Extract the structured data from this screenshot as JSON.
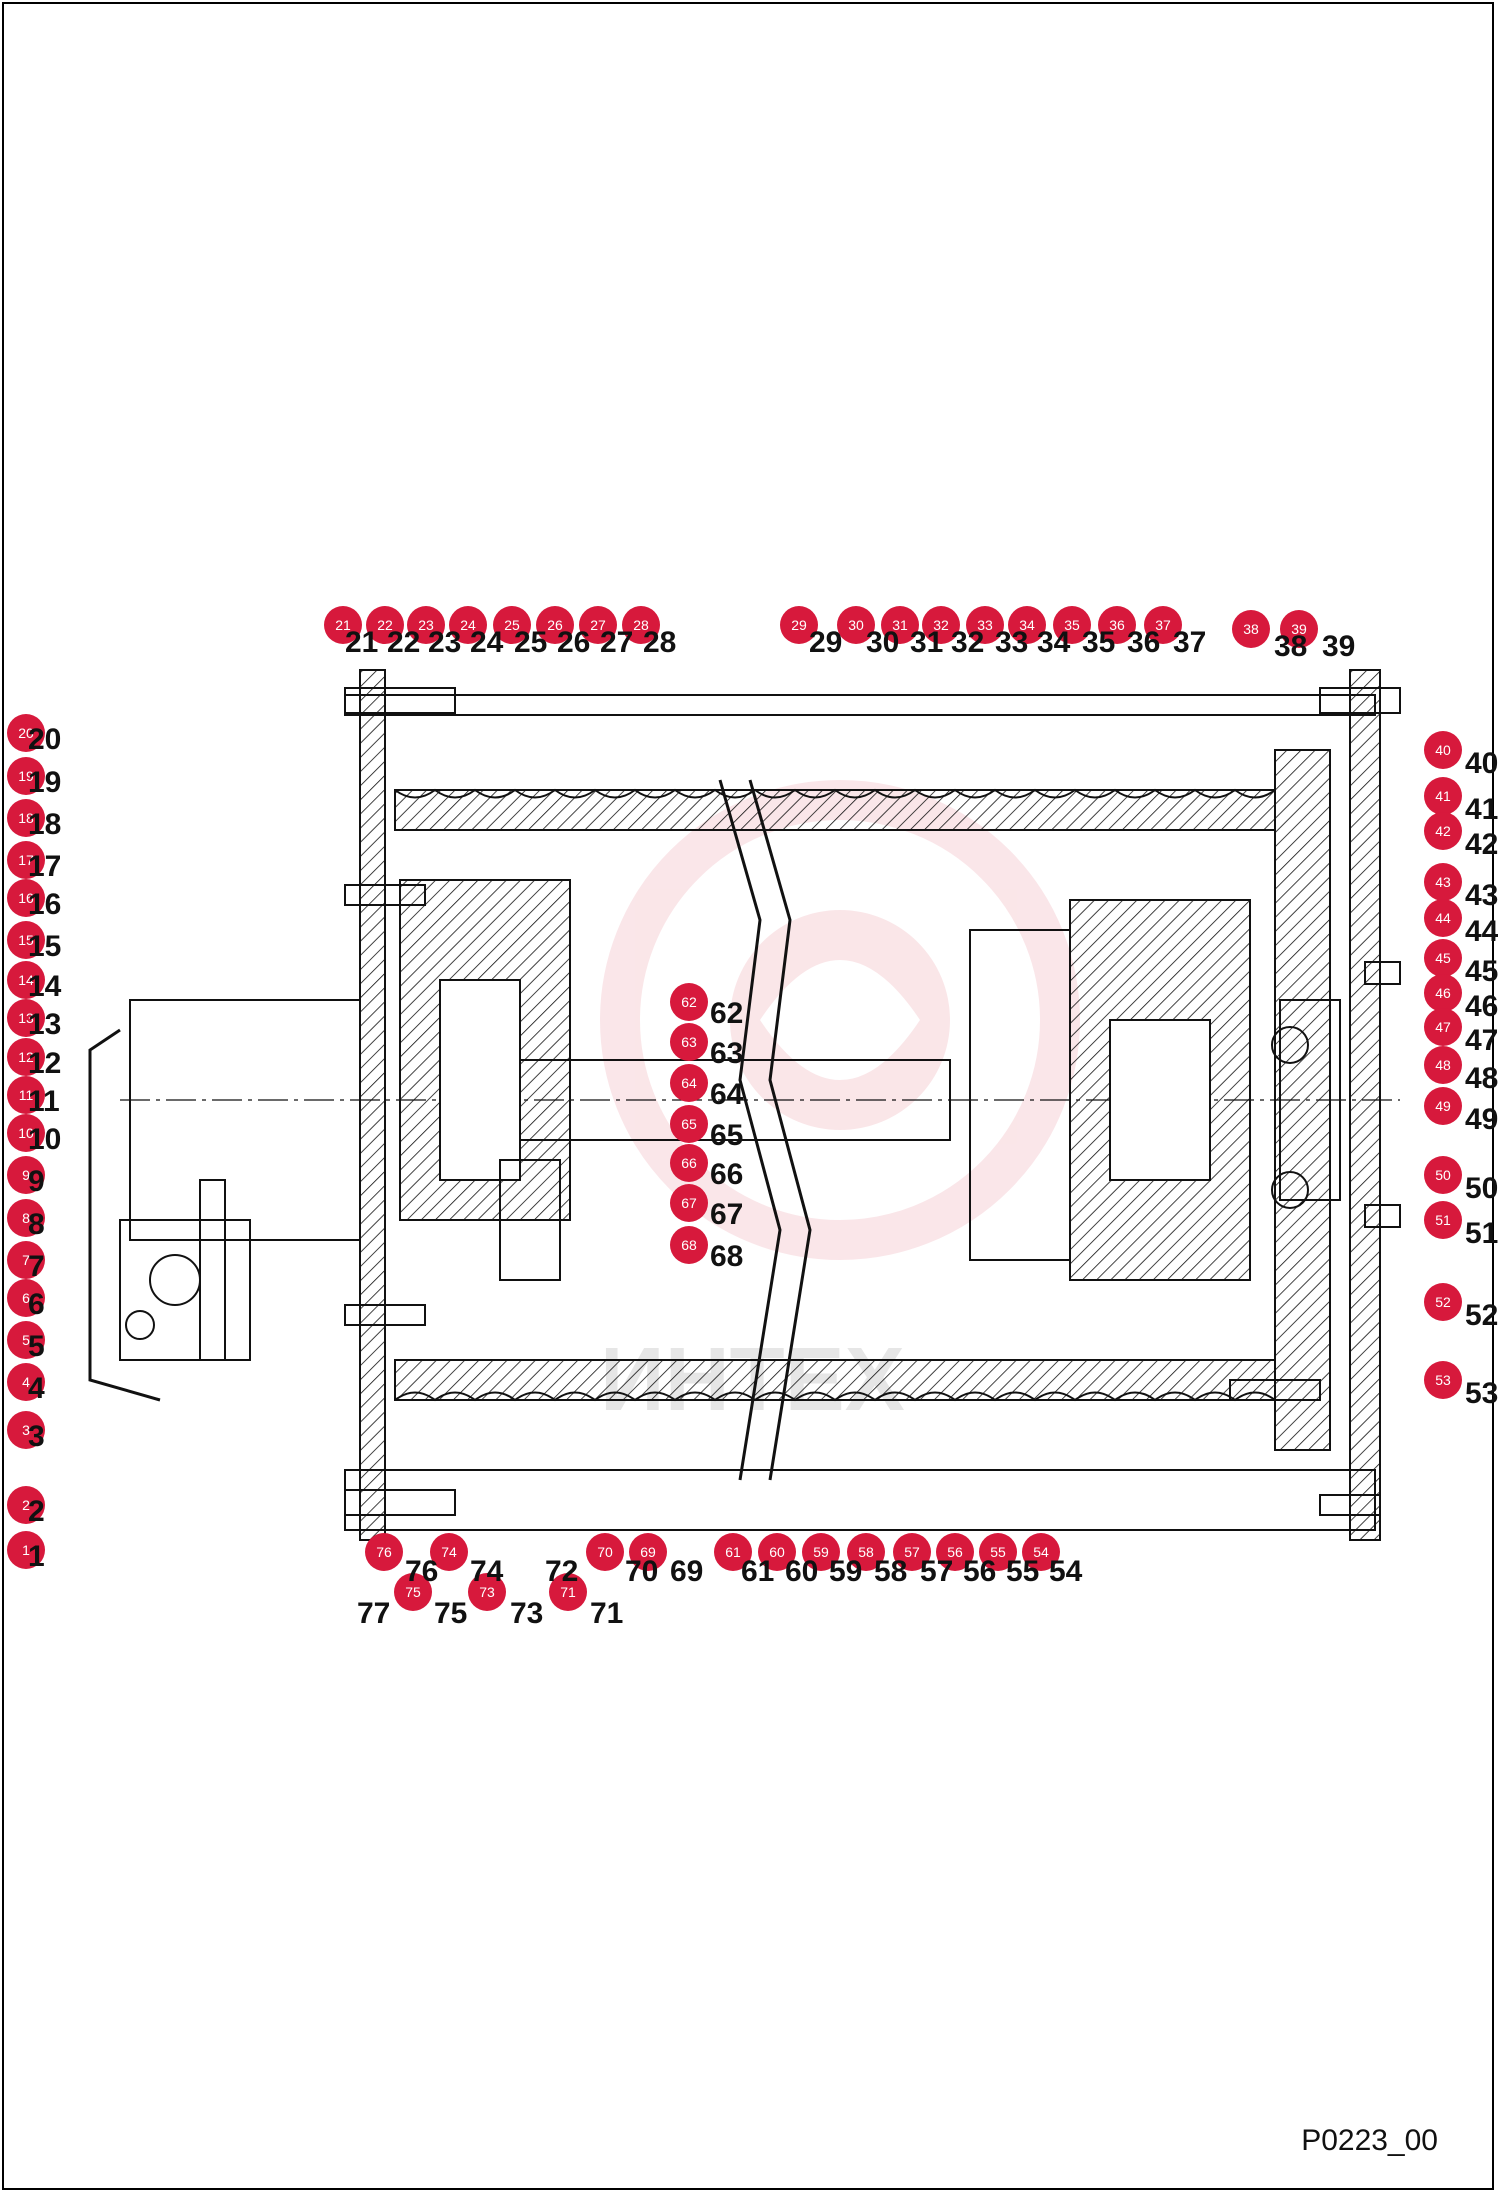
{
  "drawing_code": "P0223_00",
  "watermark_text": "ИНТЕХ",
  "colors": {
    "badge": "#d7193c",
    "line": "#111111",
    "watermark": "#f2b8bf"
  },
  "callouts": [
    "1",
    "2",
    "3",
    "4",
    "5",
    "6",
    "7",
    "8",
    "9",
    "10",
    "11",
    "12",
    "13",
    "14",
    "15",
    "16",
    "17",
    "18",
    "19",
    "20",
    "21",
    "22",
    "23",
    "24",
    "25",
    "26",
    "27",
    "28",
    "29",
    "30",
    "31",
    "32",
    "33",
    "34",
    "35",
    "36",
    "37",
    "38",
    "39",
    "40",
    "41",
    "42",
    "43",
    "44",
    "45",
    "46",
    "47",
    "48",
    "49",
    "50",
    "51",
    "52",
    "53",
    "54",
    "55",
    "56",
    "57",
    "58",
    "59",
    "60",
    "61",
    "62",
    "63",
    "64",
    "65",
    "66",
    "67",
    "68",
    "69",
    "70",
    "71",
    "72",
    "73",
    "74",
    "75",
    "76",
    "77"
  ]
}
